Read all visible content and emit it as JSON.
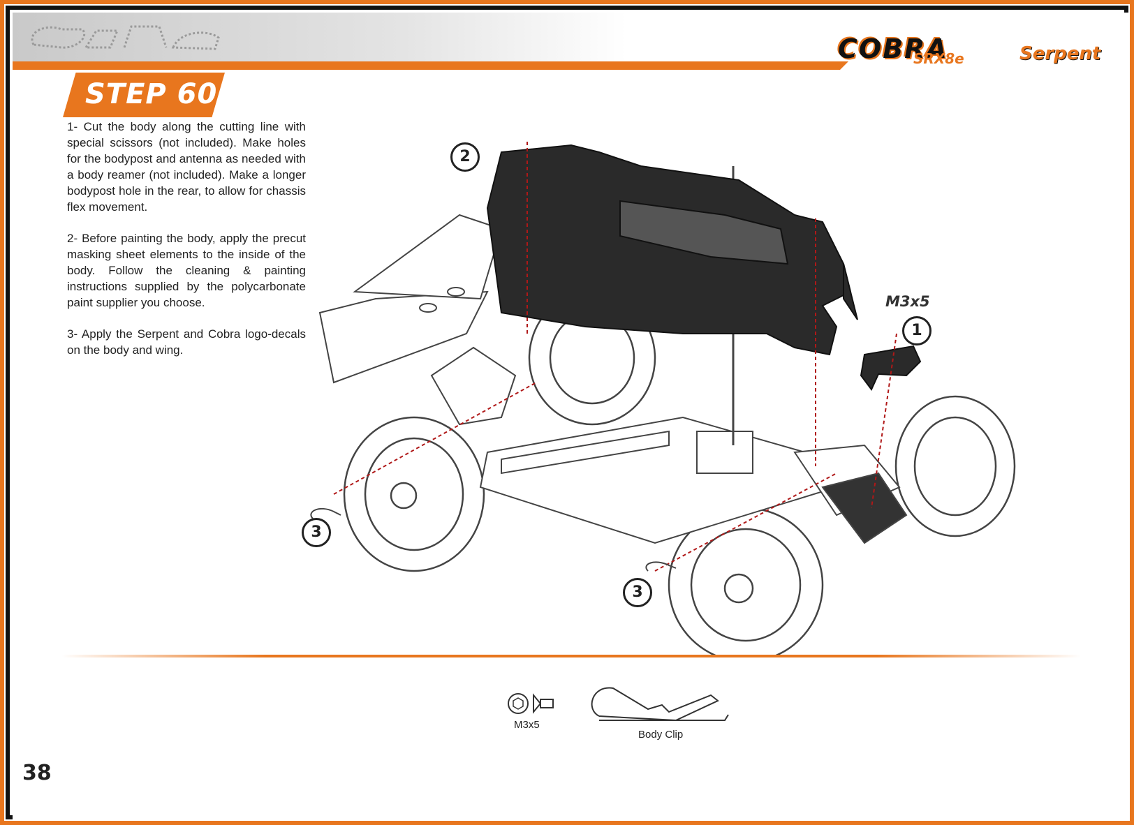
{
  "header": {
    "step_title": "STEP 60",
    "brand_main": "COBRA",
    "brand_sub": "SRX8e",
    "brand_serpent": "Serpent"
  },
  "instructions": {
    "p1": "1- Cut the body along the cutting line with special scissors (not included). Make holes for the bodypost and antenna as needed with a body reamer (not included). Make a longer bodypost hole in the rear, to allow for chassis flex movement.",
    "p2": "2- Before painting the body, apply the precut masking sheet elements to the inside of the body. Follow the cleaning & painting instructions supplied by the polycarbonate paint supplier you choose.",
    "p3": "3- Apply the Serpent and Cobra logo-decals on the body and wing."
  },
  "diagram": {
    "callout_1": "1",
    "callout_2": "2",
    "callout_3a": "3",
    "callout_3b": "3",
    "screw_label": "M3x5"
  },
  "parts": {
    "screw_label": "M3x5",
    "clip_label": "Body Clip"
  },
  "footer": {
    "page_number": "38"
  },
  "colors": {
    "accent": "#e8761e",
    "body_shell": "#2a2a2a",
    "line": "#444444",
    "cut_line": "#b01818"
  }
}
